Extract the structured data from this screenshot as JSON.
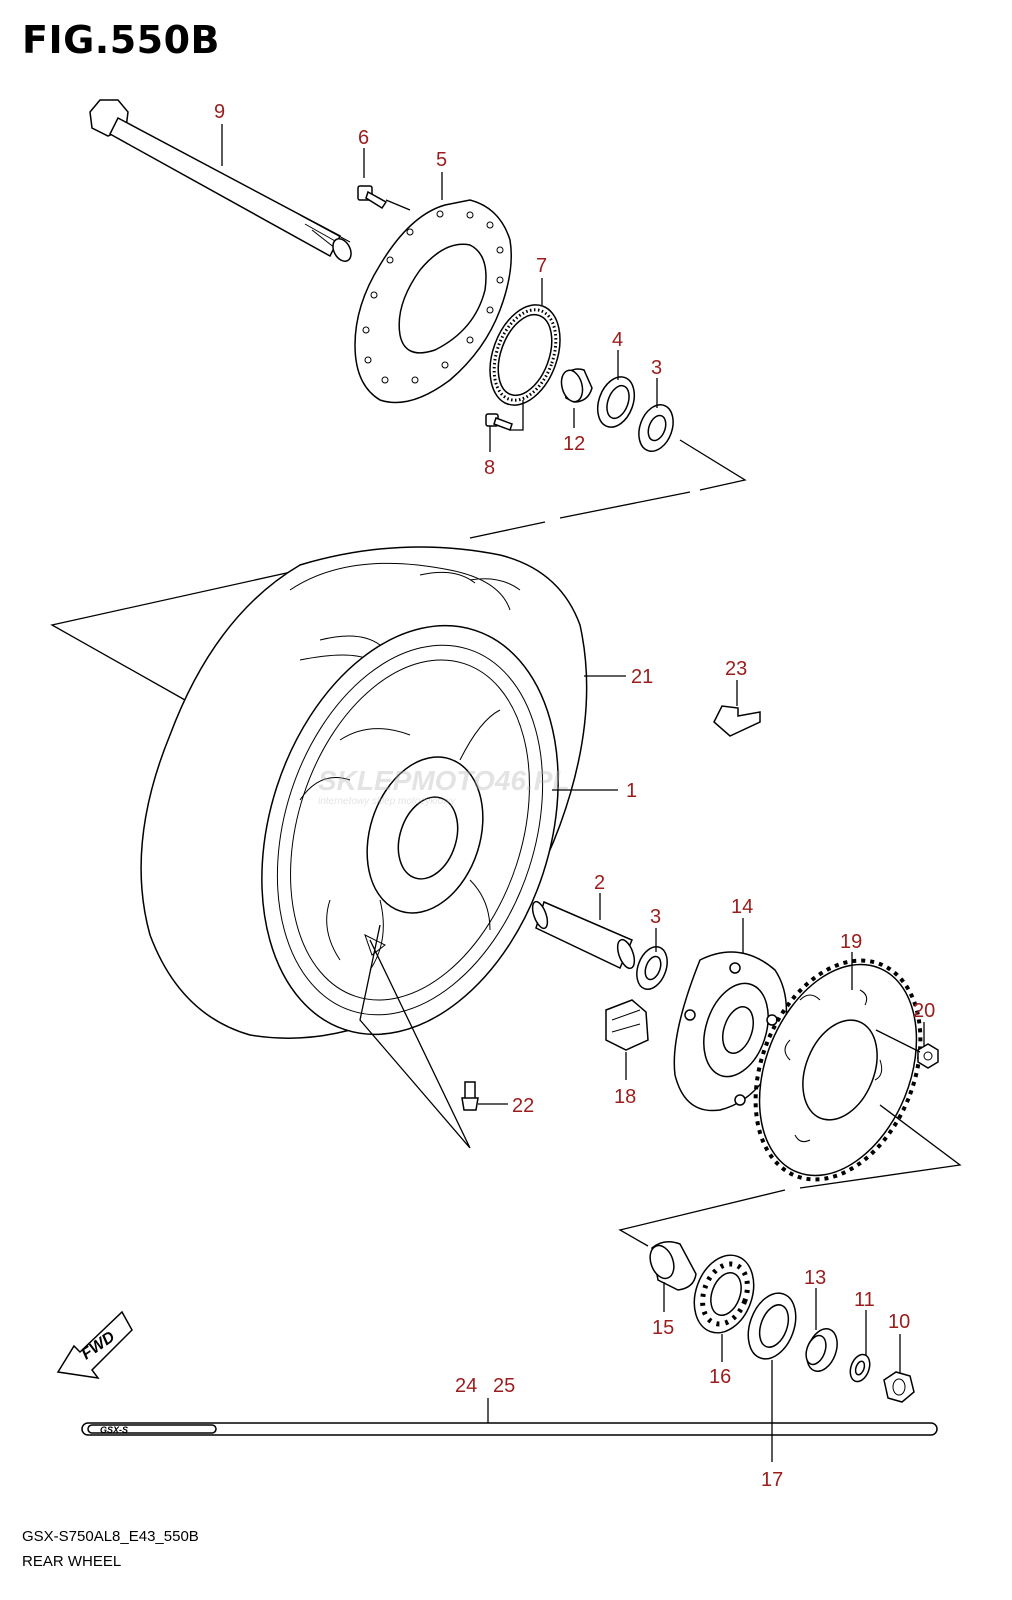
{
  "figure": {
    "title": "FIG.550B",
    "model_code": "GSX-S750AL8_E43_550B",
    "section_name": "REAR WHEEL"
  },
  "fwd_label": "FWD",
  "decal_text": "GSX-S",
  "watermark": {
    "main": "SKLEPMOTO46.PL",
    "tagline": "internetowy sklep motocyklowy"
  },
  "callouts": [
    {
      "id": "9",
      "label": "9"
    },
    {
      "id": "6",
      "label": "6"
    },
    {
      "id": "5",
      "label": "5"
    },
    {
      "id": "7",
      "label": "7"
    },
    {
      "id": "4",
      "label": "4"
    },
    {
      "id": "3a",
      "label": "3"
    },
    {
      "id": "12",
      "label": "12"
    },
    {
      "id": "8",
      "label": "8"
    },
    {
      "id": "21",
      "label": "21"
    },
    {
      "id": "23",
      "label": "23"
    },
    {
      "id": "1",
      "label": "1"
    },
    {
      "id": "2",
      "label": "2"
    },
    {
      "id": "3b",
      "label": "3"
    },
    {
      "id": "14",
      "label": "14"
    },
    {
      "id": "19",
      "label": "19"
    },
    {
      "id": "20",
      "label": "20"
    },
    {
      "id": "18",
      "label": "18"
    },
    {
      "id": "22",
      "label": "22"
    },
    {
      "id": "13",
      "label": "13"
    },
    {
      "id": "11",
      "label": "11"
    },
    {
      "id": "10",
      "label": "10"
    },
    {
      "id": "15",
      "label": "15"
    },
    {
      "id": "16",
      "label": "16"
    },
    {
      "id": "17",
      "label": "17"
    },
    {
      "id": "24",
      "label": "24"
    },
    {
      "id": "25",
      "label": "25"
    }
  ]
}
